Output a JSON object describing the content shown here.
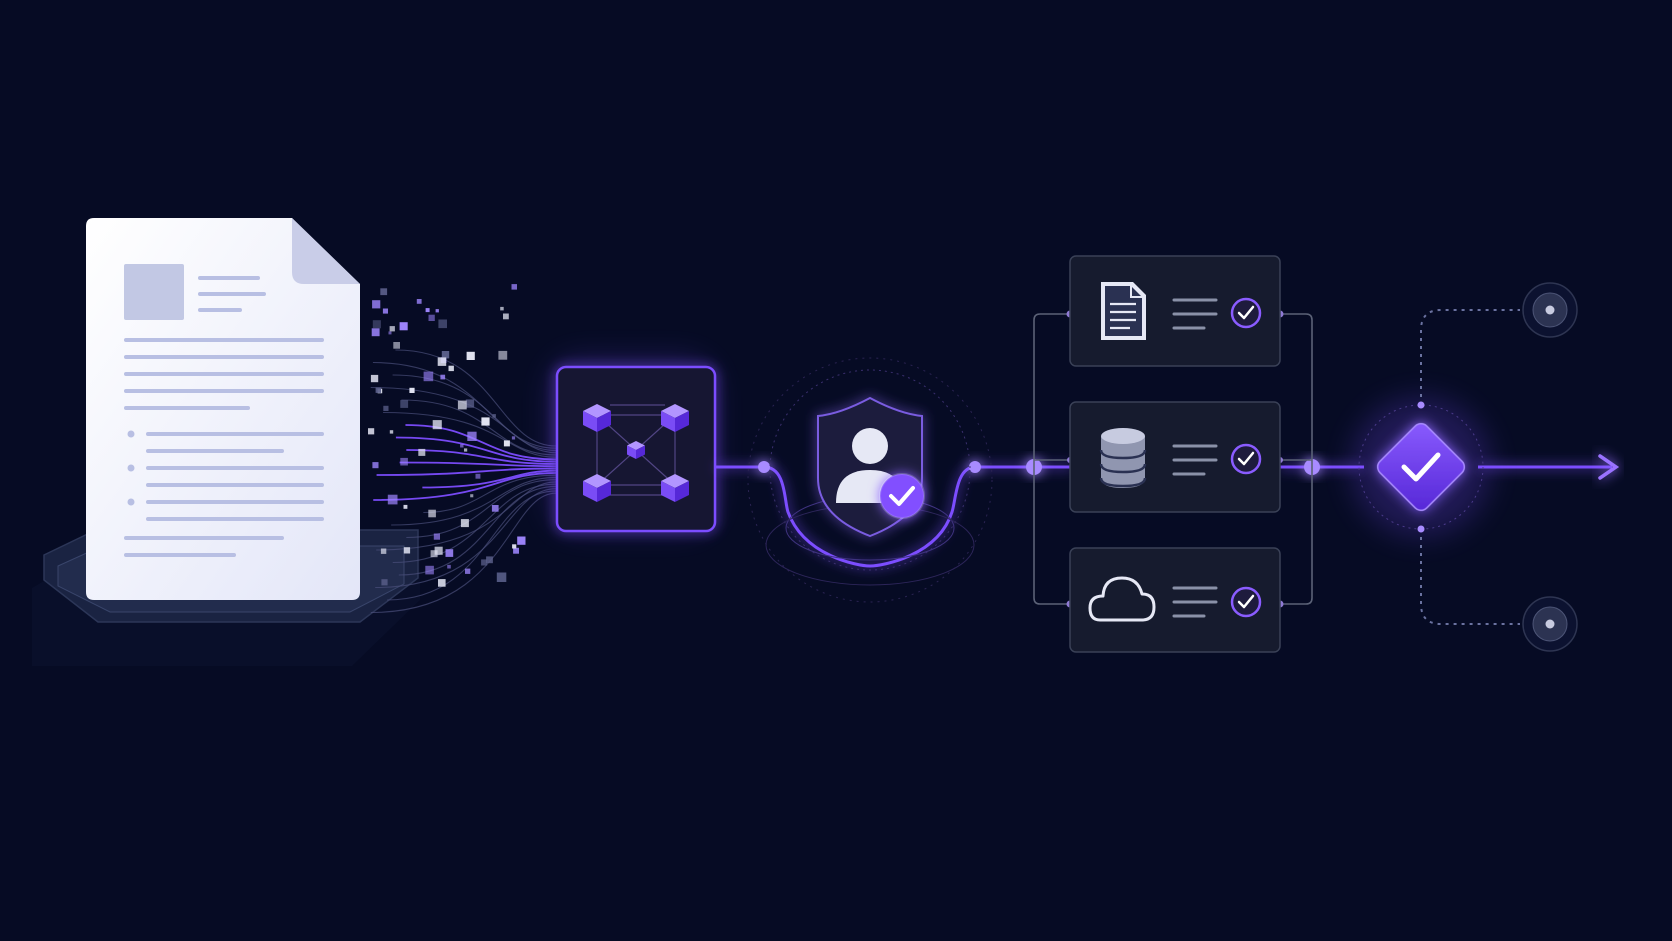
{
  "diagram": {
    "background": "#060b24",
    "accent": "#7c4dff",
    "accent_glow": "#8f66ff",
    "panel_fill": "#161b2e",
    "panel_stroke": "#3a4157",
    "muted_line": "#5b6277",
    "stages": [
      {
        "id": "source",
        "icon": "document-page-icon"
      },
      {
        "id": "processing",
        "icon": "network-cubes-icon"
      },
      {
        "id": "verification",
        "icon": "shield-user-check-icon"
      },
      {
        "id": "storage",
        "targets": [
          {
            "icon": "file-icon",
            "status": "check-icon"
          },
          {
            "icon": "database-icon",
            "status": "check-icon"
          },
          {
            "icon": "cloud-icon",
            "status": "check-icon"
          }
        ]
      },
      {
        "id": "approval",
        "icon": "diamond-check-icon"
      },
      {
        "id": "outputs",
        "branches": [
          "upper-node-icon",
          "lower-node-icon"
        ],
        "arrow": "arrow-right-icon"
      }
    ]
  }
}
